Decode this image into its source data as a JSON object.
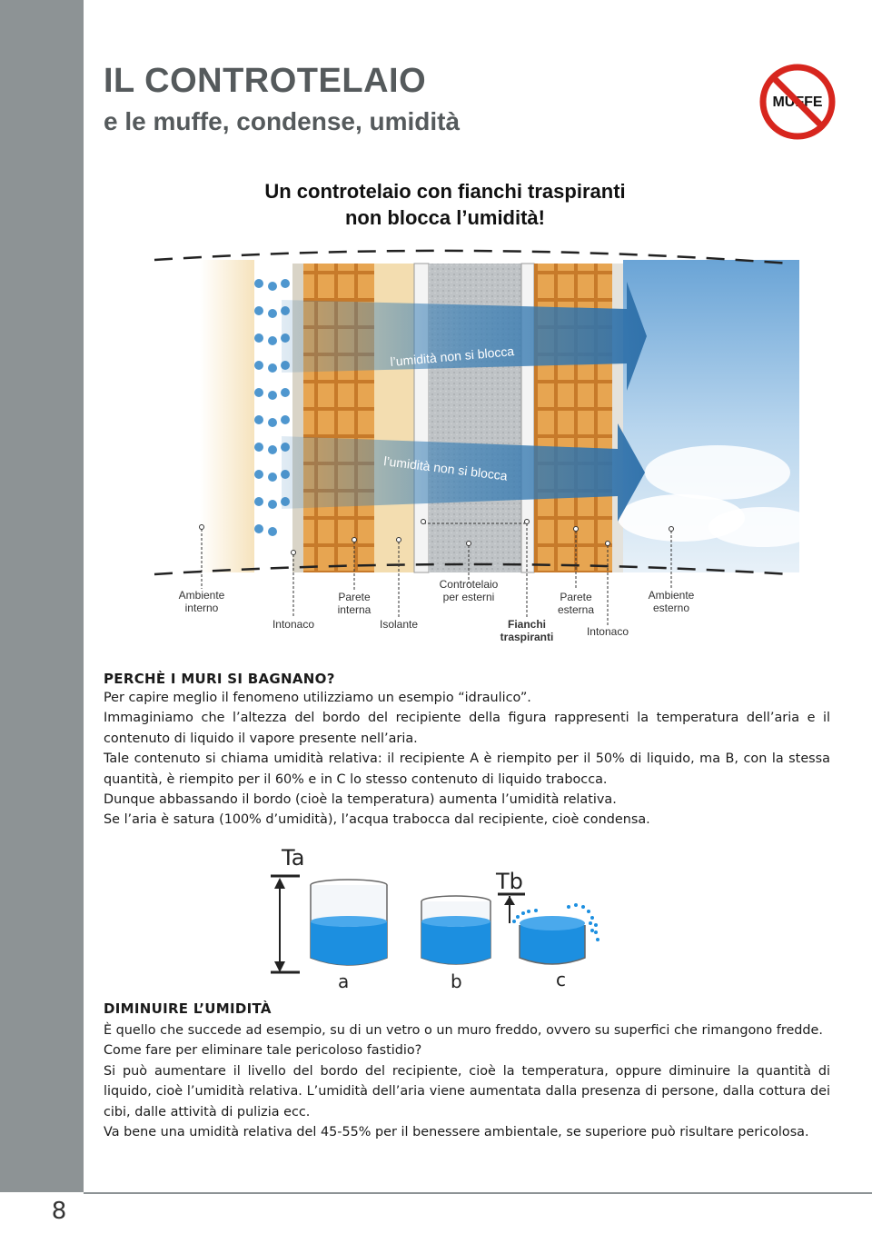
{
  "page": {
    "title": "IL CONTROTELAIO",
    "subtitle": "e le muffe, condense, umidità",
    "badge_text": "MUFFE",
    "page_number": "8",
    "headline_line1": "Un controtelaio con fianchi traspiranti",
    "headline_line2": "non blocca l’umidità!"
  },
  "diagram": {
    "arrow_text_top": "l’umidità non si blocca",
    "arrow_text_bottom": "l’umidità non si blocca",
    "labels": {
      "ambiente_interno_1": "Ambiente",
      "ambiente_interno_2": "interno",
      "intonaco_interno": "Intonaco",
      "parete_interna_1": "Parete",
      "parete_interna_2": "interna",
      "isolante": "Isolante",
      "controtelaio_1": "Controtelaio",
      "controtelaio_2": "per esterni",
      "fianchi_1": "Fianchi",
      "fianchi_2": "traspiranti",
      "parete_esterna_1": "Parete",
      "parete_esterna_2": "esterna",
      "intonaco_esterno": "Intonaco",
      "ambiente_esterno_1": "Ambiente",
      "ambiente_esterno_2": "esterno"
    },
    "colors": {
      "arrow": "#3a7fb5",
      "brick": "#e2a04a",
      "plaster": "#f3ddb0",
      "insulation": "#b8bcc0"
    }
  },
  "section1": {
    "heading": "PERCHÈ I MURI SI BAGNANO?",
    "lines": [
      "Per capire meglio il fenomeno utilizziamo un esempio “idraulico”.",
      "Immaginiamo che l’altezza del bordo del recipiente della figura rappresenti la temperatura dell’aria e il contenuto di liquido il vapore presente nell’aria.",
      "Tale contenuto si chiama umidità relativa: il recipiente A è riempito per il 50% di liquido, ma B, con la stessa quantità, è riempito per il 60% e in C lo stesso contenuto di liquido trabocca.",
      "Dunque abbassando il bordo (cioè la temperatura) aumenta l’umidità relativa.",
      "Se l’aria è satura (100% d’umidità), l’acqua trabocca dal recipiente, cioè condensa."
    ]
  },
  "buckets": {
    "ta": "Ta",
    "tb": "Tb",
    "a": "a",
    "b": "b",
    "c": "c",
    "water_color": "#1c8fe0"
  },
  "section2": {
    "heading": "DIMINUIRE L’UMIDITÀ",
    "lines": [
      "È quello che succede ad esempio, su di un vetro o un muro freddo, ovvero su superfici che rimangono fredde.",
      "Come fare per eliminare tale pericoloso fastidio?",
      "Si può aumentare il livello del bordo del recipiente, cioè la temperatura, oppure diminuire la quantità di liquido, cioè l’umidità relativa. L’umidità dell’aria viene aumentata dalla presenza di persone, dalla cottura dei cibi, dalle attività di pulizia ecc.",
      "Va bene una umidità relativa del 45-55% per il benessere ambientale, se superiore può risultare pericolosa."
    ]
  }
}
